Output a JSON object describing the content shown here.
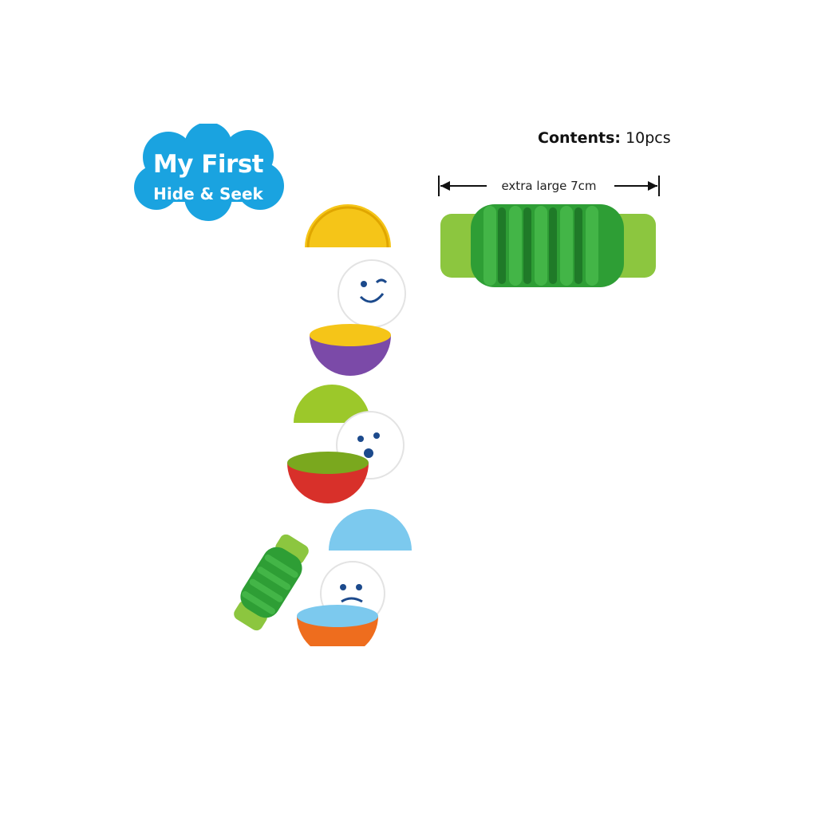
{
  "badge": {
    "line1": "My First",
    "line2": "Hide & Seek"
  },
  "contents": {
    "key": "Contents:",
    "value": "10pcs"
  },
  "dimension": {
    "label": "extra large 7cm"
  },
  "colors": {
    "badge_blue": "#1aa3e0",
    "toy_green": "#2e9e35",
    "lime": "#9cc82a",
    "yellow": "#f5c518",
    "purple": "#7b4aa8",
    "red": "#d8302a",
    "sky": "#7cc9ee",
    "orange": "#ee6d1e"
  }
}
